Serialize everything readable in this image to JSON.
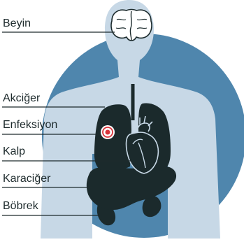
{
  "colors": {
    "background_circle": "#4f86ad",
    "body_silhouette": "#c7d8e6",
    "organ": "#1b2a2c",
    "leader_line": "#1d2a2c",
    "infection_ring": "#d9333a",
    "brain_fill": "#ffffff"
  },
  "labels": {
    "brain": "Beyin",
    "lung": "Akciğer",
    "infection": "Enfeksiyon",
    "heart": "Kalp",
    "liver": "Karaciğer",
    "kidney": "Böbrek"
  }
}
